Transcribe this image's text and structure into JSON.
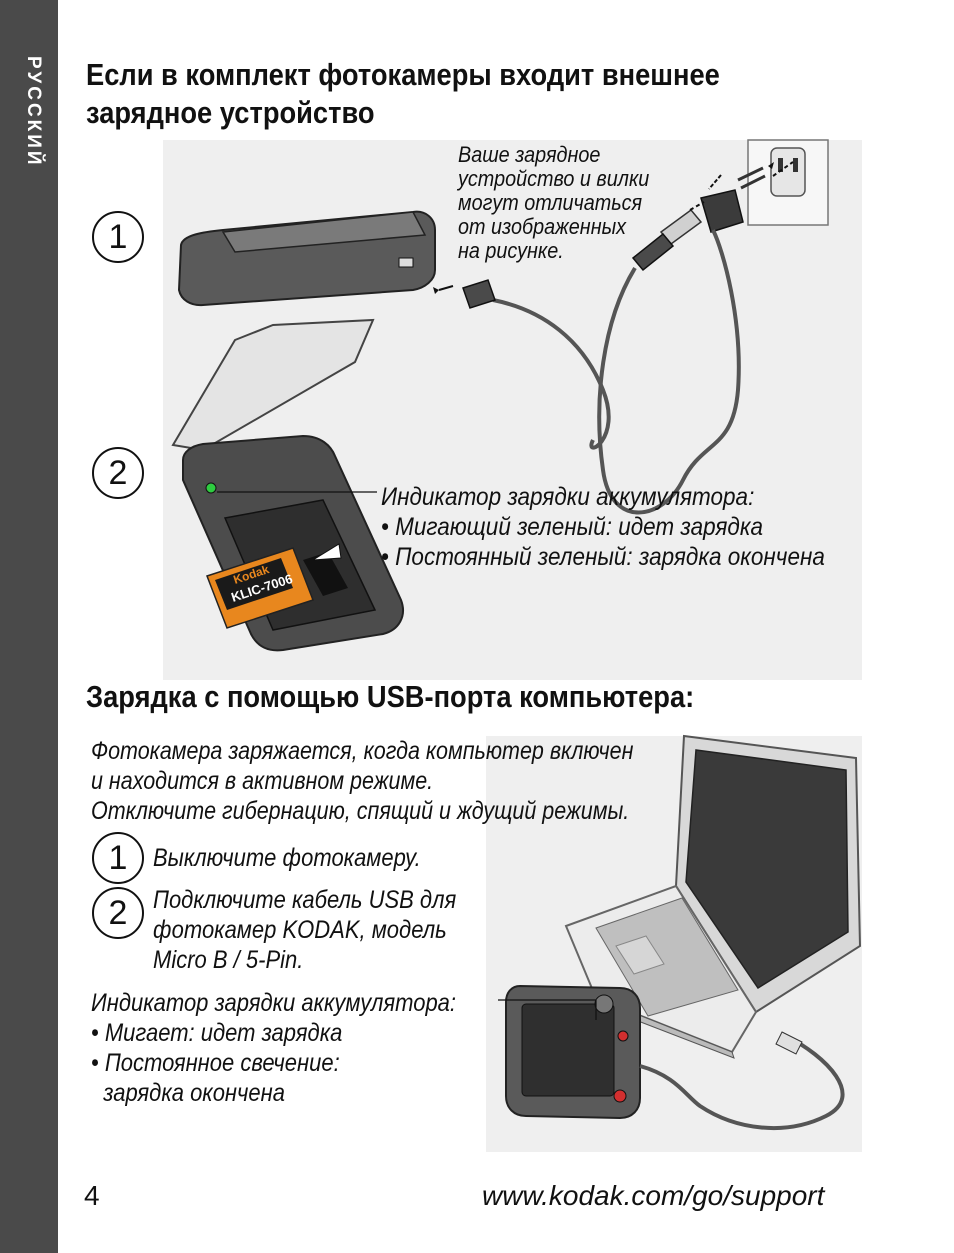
{
  "sidebar": {
    "language": "РУССКИЙ"
  },
  "section1": {
    "title": "Если в комплект фотокамеры входит внешнее зарядное устройство",
    "note": [
      "Ваше зарядное",
      "устройство и вилки",
      "могут отличаться",
      "от изображенных",
      "на рисунке."
    ],
    "steps": [
      "1",
      "2"
    ],
    "battery_label": {
      "brand": "Kodak",
      "model": "KLIC-7006"
    },
    "indicator": {
      "heading": "Индикатор зарядки аккумулятора:",
      "items": [
        "• Мигающий зеленый: идет зарядка",
        "• Постоянный зеленый: зарядка окончена"
      ]
    },
    "colors": {
      "led": "#2ecc40",
      "battery": "#e8871e",
      "battery_label": "#1a1a1a"
    }
  },
  "section2": {
    "title": "Зарядка с помощью USB-порта компьютера:",
    "intro": [
      "Фотокамера заряжается, когда компьютер включен",
      "и находится в активном режиме.",
      "Отключите гибернацию, спящий и ждущий режимы."
    ],
    "steps": [
      {
        "number": "1",
        "text": [
          "Выключите фотокамеру."
        ]
      },
      {
        "number": "2",
        "text": [
          "Подключите кабель USB для",
          "фотокамер KODAK, модель",
          "Micro B / 5-Pin."
        ]
      }
    ],
    "indicator": {
      "heading": "Индикатор зарядки аккумулятора:",
      "items": [
        "• Мигает: идет зарядка",
        "• Постоянное свечение:",
        "  зарядка окончена"
      ]
    },
    "colors": {
      "camera_led": "#d32f2f"
    }
  },
  "footer": {
    "page_number": "4",
    "url": "www.kodak.com/go/support"
  }
}
